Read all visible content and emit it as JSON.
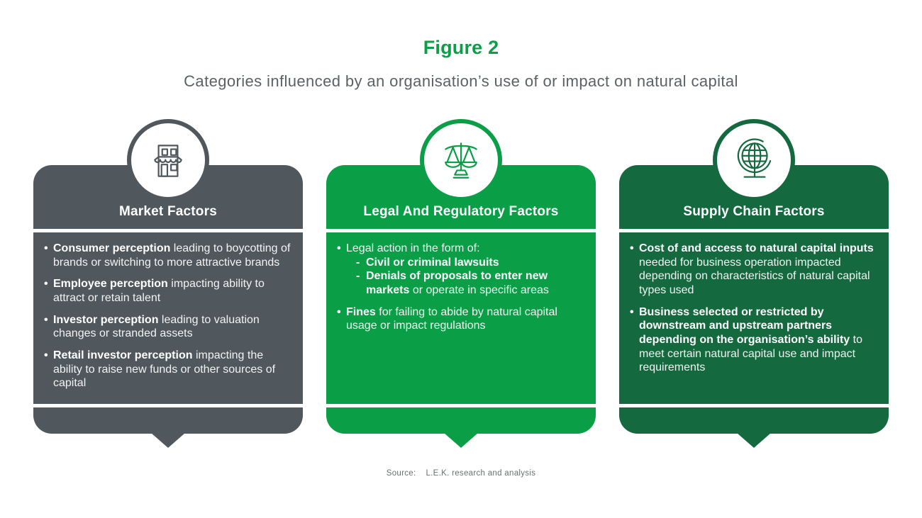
{
  "figure": {
    "label": "Figure 2",
    "label_color": "#0A9E47",
    "title": "Categories influenced by an organisation’s use of or impact on natural capital"
  },
  "cards": [
    {
      "title": "Market Factors",
      "icon": "storefront-icon",
      "color": "#50575D",
      "bullets": [
        {
          "segments": [
            {
              "text": "Consumer perception",
              "bold": true
            },
            {
              "text": " leading to boycotting of brands or switching to more attractive brands",
              "bold": false
            }
          ]
        },
        {
          "segments": [
            {
              "text": "Employee perception",
              "bold": true
            },
            {
              "text": " impacting ability to attract or retain talent",
              "bold": false
            }
          ]
        },
        {
          "segments": [
            {
              "text": "Investor perception",
              "bold": true
            },
            {
              "text": " leading to valuation changes or stranded assets",
              "bold": false
            }
          ]
        },
        {
          "segments": [
            {
              "text": "Retail investor perception",
              "bold": true
            },
            {
              "text": " impacting the ability to raise new funds or other sources of capital",
              "bold": false
            }
          ]
        }
      ]
    },
    {
      "title": "Legal And Regulatory Factors",
      "icon": "scales-of-justice-icon",
      "color": "#0A9E47",
      "bullets": [
        {
          "segments": [
            {
              "text": "Legal action in the form of:",
              "bold": false
            }
          ],
          "subs": [
            [
              {
                "text": "Civil or criminal lawsuits",
                "bold": true
              }
            ],
            [
              {
                "text": "Denials of proposals to enter new markets",
                "bold": true
              },
              {
                "text": " or operate in specific areas",
                "bold": false
              }
            ]
          ]
        },
        {
          "segments": [
            {
              "text": "Fines",
              "bold": true
            },
            {
              "text": " for failing to abide by natural capital usage or impact regulations",
              "bold": false
            }
          ]
        }
      ]
    },
    {
      "title": "Supply Chain Factors",
      "icon": "globe-icon",
      "color": "#14693F",
      "bullets": [
        {
          "segments": [
            {
              "text": "Cost of and access to natural capital inputs",
              "bold": true
            },
            {
              "text": " needed for business operation impacted depending on characteristics of natural capital types used",
              "bold": false
            }
          ]
        },
        {
          "segments": [
            {
              "text": "Business selected or restricted by downstream and upstream partners depending on the organisation’s ability",
              "bold": true
            },
            {
              "text": " to meet certain natural capital use and impact requirements",
              "bold": false
            }
          ]
        }
      ]
    }
  ],
  "source": {
    "label": "Source:",
    "text": "L.E.K. research and analysis"
  }
}
